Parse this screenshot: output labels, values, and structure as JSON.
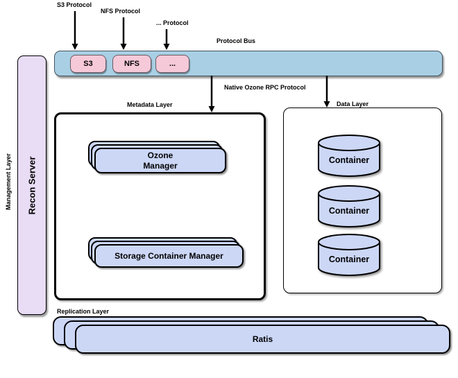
{
  "colors": {
    "background": "#ffffff",
    "bus_fill": "#a8cfe4",
    "protocol_chip_fill": "#f6c9d9",
    "component_fill": "#ccd7f6",
    "recon_fill": "#e9ddf6",
    "border": "#000000"
  },
  "protocols": {
    "s3_label": "S3 Protocol",
    "nfs_label": "NFS Protocol",
    "other_label": "... Protocol"
  },
  "bus": {
    "label": "Protocol Bus",
    "chips": [
      {
        "label": "S3"
      },
      {
        "label": "NFS"
      },
      {
        "label": "..."
      }
    ]
  },
  "rpc": {
    "label": "Native Ozone RPC Protocol"
  },
  "management": {
    "layer_label": "Management Layer",
    "server_label": "Recon Server"
  },
  "metadata": {
    "layer_label": "Metadata Layer",
    "ozone_manager_label": "Ozone\nManager",
    "scm_label": "Storage Container Manager"
  },
  "data_layer": {
    "layer_label": "Data Layer",
    "containers": [
      {
        "label": "Container"
      },
      {
        "label": "Container"
      },
      {
        "label": "Container"
      }
    ]
  },
  "replication": {
    "layer_label": "Replication Layer",
    "ratis_label": "Ratis"
  }
}
